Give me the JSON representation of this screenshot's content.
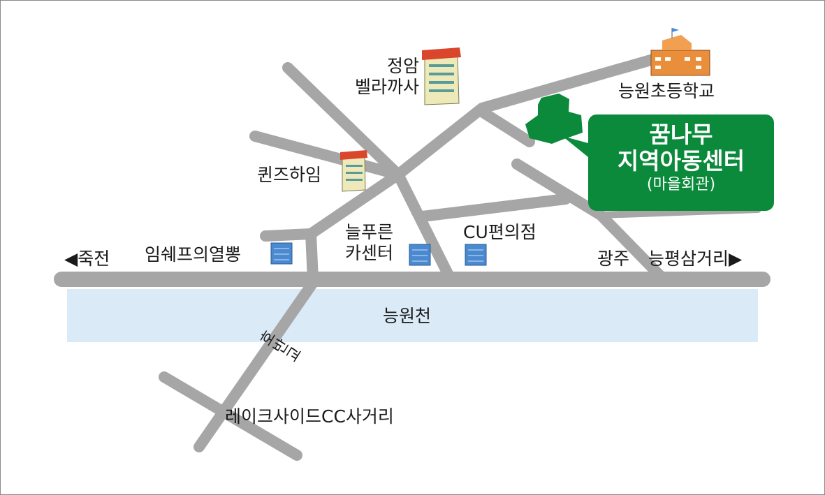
{
  "colors": {
    "road": "#a6a6a6",
    "river": "#dbeaf7",
    "callout": "#0a8a3a"
  },
  "callout": {
    "line1": "꿈나무",
    "line2": "지역아동센터",
    "line3": "(마을회관)"
  },
  "labels": {
    "jeongam_1": "정암",
    "jeongam_2": "벨라까사",
    "school": "능원초등학교",
    "queens": "퀸즈하임",
    "nulpureun_1": "늘푸른",
    "nulpureun_2": "카센터",
    "cu": "CU편의점",
    "imshwe": "임쉐프의열뽕",
    "jukjeon": "◀죽전",
    "gwangju": "광주",
    "neungpyeong": "능평삼거리▶",
    "river": "능원천",
    "hobangyo": "호반교",
    "lakeside": "레이크사이드CC사거리"
  }
}
